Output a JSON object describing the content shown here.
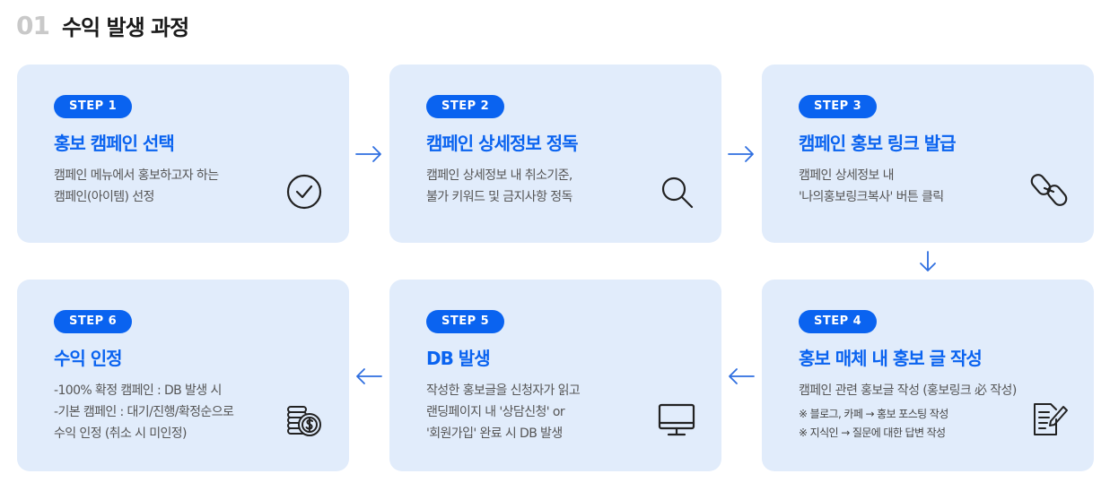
{
  "header": {
    "number": "01",
    "title": "수익 발생 과정"
  },
  "steps": [
    {
      "badge": "STEP 1",
      "title": "홍보 캠페인 선택",
      "lines": [
        "캠페인 메뉴에서 홍보하고자 하는",
        "캠페인(아이템) 선정"
      ],
      "icon": "check-circle-icon"
    },
    {
      "badge": "STEP 2",
      "title": "캠페인 상세정보 정독",
      "lines": [
        "캠페인 상세정보 내 취소기준,",
        "불가 키워드 및 금지사항 정독"
      ],
      "icon": "magnifier-icon"
    },
    {
      "badge": "STEP 3",
      "title": "캠페인 홍보 링크 발급",
      "lines": [
        "캠페인 상세정보 내",
        "'나의홍보링크복사' 버튼 클릭"
      ],
      "icon": "link-icon"
    },
    {
      "badge": "STEP 4",
      "title": "홍보 매체 내 홍보 글 작성",
      "lines": [
        "캠페인 관련 홍보글 작성 (홍보링크 必 작성)"
      ],
      "notes": [
        "※ 블로그, 카페 → 홍보 포스팅 작성",
        "※ 지식인 → 질문에 대한 답변 작성"
      ],
      "icon": "document-edit-icon"
    },
    {
      "badge": "STEP 5",
      "title": "DB 발생",
      "lines": [
        "작성한 홍보글을 신청자가 읽고",
        "랜딩페이지 내 '상담신청' or",
        "'회원가입' 완료 시 DB 발생"
      ],
      "icon": "monitor-icon"
    },
    {
      "badge": "STEP 6",
      "title": "수익 인정",
      "lines": [
        "-100% 확정 캠페인 : DB 발생 시",
        "-기본 캠페인 : 대기/진행/확정순으로",
        "수익 인정 (취소 시 미인정)"
      ],
      "icon": "coins-icon"
    }
  ],
  "colors": {
    "accent": "#0a63f0",
    "card_bg": "#e1ecfb",
    "arrow": "#2f6fe0"
  }
}
